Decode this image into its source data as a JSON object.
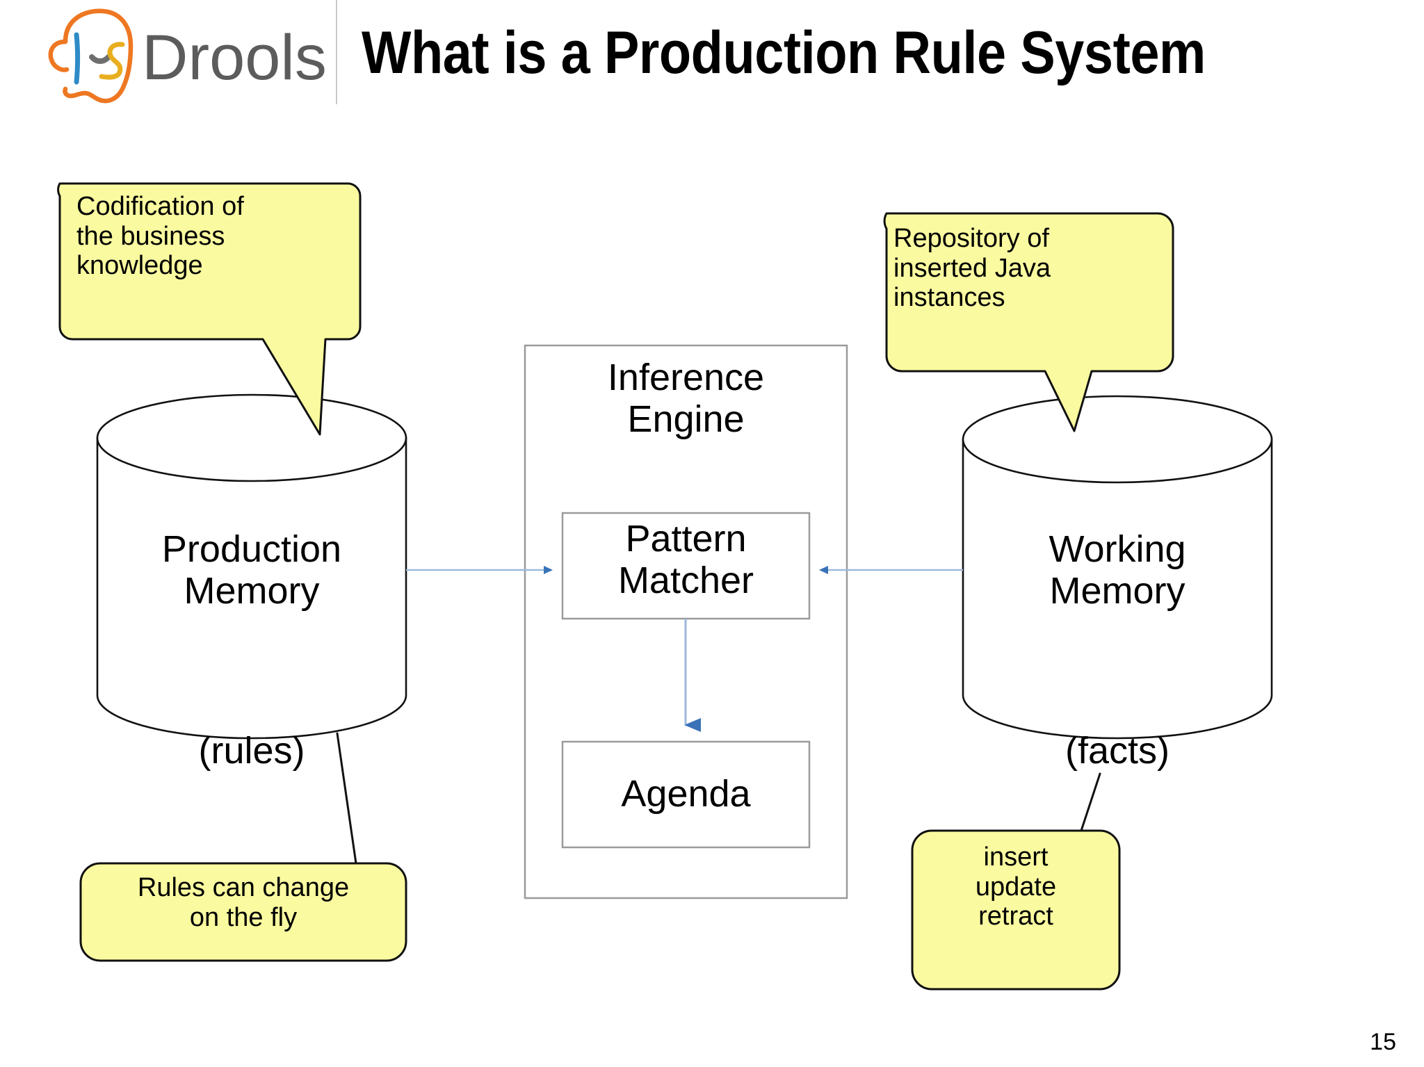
{
  "slide": {
    "title": "What is a Production Rule System",
    "page_number": "15",
    "brand": {
      "name": "Drools",
      "logo_orange": "#EE7722",
      "logo_blue": "#2E8BC8",
      "logo_yellow": "#E8AE1F",
      "logo_gray": "#6E6E6E",
      "wordmark_color": "#5C5C5C"
    },
    "colors": {
      "callout_fill": "#FAFAA0",
      "callout_stroke": "#000000",
      "node_stroke": "#000000",
      "box_stroke": "#9A9A9A",
      "connector": "#9DB9DA",
      "arrow_head": "#3A72B8"
    }
  },
  "diagram": {
    "nodes": {
      "production_memory": {
        "label": "Production\nMemory",
        "sublabel": "(rules)"
      },
      "working_memory": {
        "label": "Working\nMemory",
        "sublabel": "(facts)"
      },
      "inference_engine": {
        "label": "Inference\nEngine"
      },
      "pattern_matcher": {
        "label": "Pattern\nMatcher"
      },
      "agenda": {
        "label": "Agenda"
      }
    },
    "callouts": {
      "codification": {
        "text": "Codification of\nthe business\nknowledge"
      },
      "repository": {
        "text": "Repository of\ninserted Java\ninstances"
      },
      "rules_change": {
        "text": "Rules can change\non the fly"
      },
      "insert_update_retract": {
        "text": "insert\nupdate\nretract"
      }
    },
    "connectors": [
      {
        "name": "production-memory-to-pattern-matcher",
        "direction": "right"
      },
      {
        "name": "working-memory-to-pattern-matcher",
        "direction": "left"
      },
      {
        "name": "pattern-matcher-to-agenda",
        "direction": "down"
      }
    ]
  }
}
